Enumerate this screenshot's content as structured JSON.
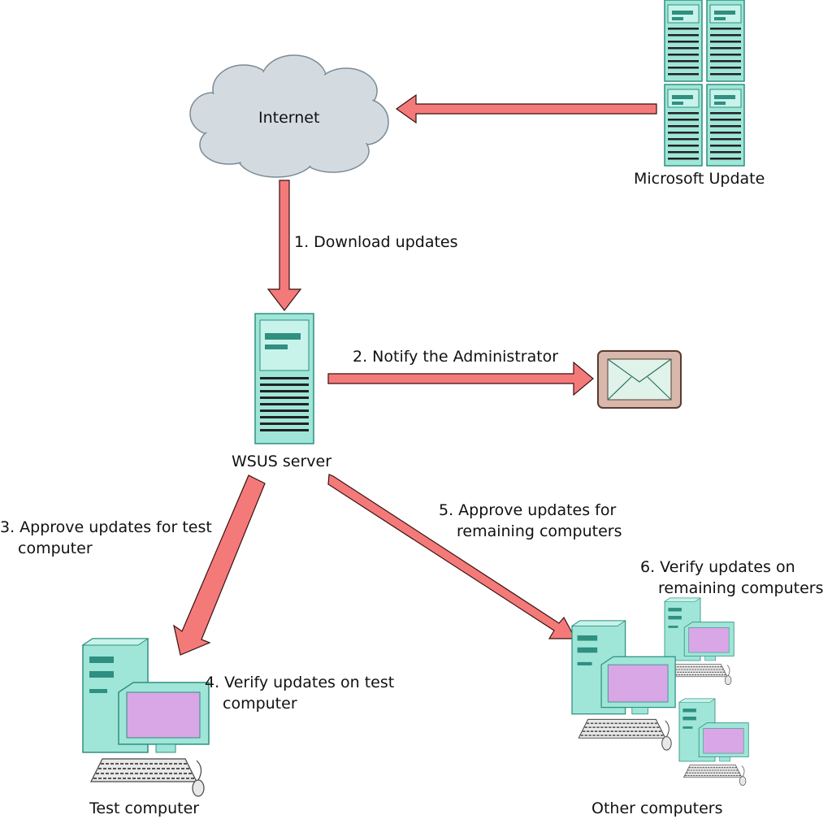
{
  "colors": {
    "arrow_fill": "#f47a7a",
    "arrow_stroke": "#3a1010",
    "device_body": "#9fe6d8",
    "device_dark": "#2f8f80",
    "monitor_screen": "#d9a6e6",
    "envelope_frame": "#d8b8ad",
    "envelope_paper": "#dff3ea",
    "cloud_fill": "#d4dbe0"
  },
  "nodes": {
    "internet": {
      "label": "Internet",
      "icon": "cloud-icon"
    },
    "microsoft_update": {
      "label": "Microsoft Update",
      "icon": "server-rack-icon"
    },
    "wsus_server": {
      "label": "WSUS server",
      "icon": "server-tower-icon"
    },
    "administrator": {
      "icon": "envelope-icon"
    },
    "test_computer": {
      "label": "Test computer",
      "icon": "desktop-computer-icon"
    },
    "other_computers": {
      "label": "Other computers",
      "icon": "desktop-computers-icon"
    }
  },
  "steps": {
    "step1": {
      "line1": "1. Download updates"
    },
    "step2": {
      "line1": "2. Notify the Administrator"
    },
    "step3": {
      "line1": "3. Approve updates for test",
      "line2": "computer"
    },
    "step4": {
      "line1": "4. Verify updates on test",
      "line2": "computer"
    },
    "step5": {
      "line1": "5. Approve updates for",
      "line2": "remaining computers"
    },
    "step6": {
      "line1": "6. Verify updates on",
      "line2": "remaining computers"
    }
  }
}
